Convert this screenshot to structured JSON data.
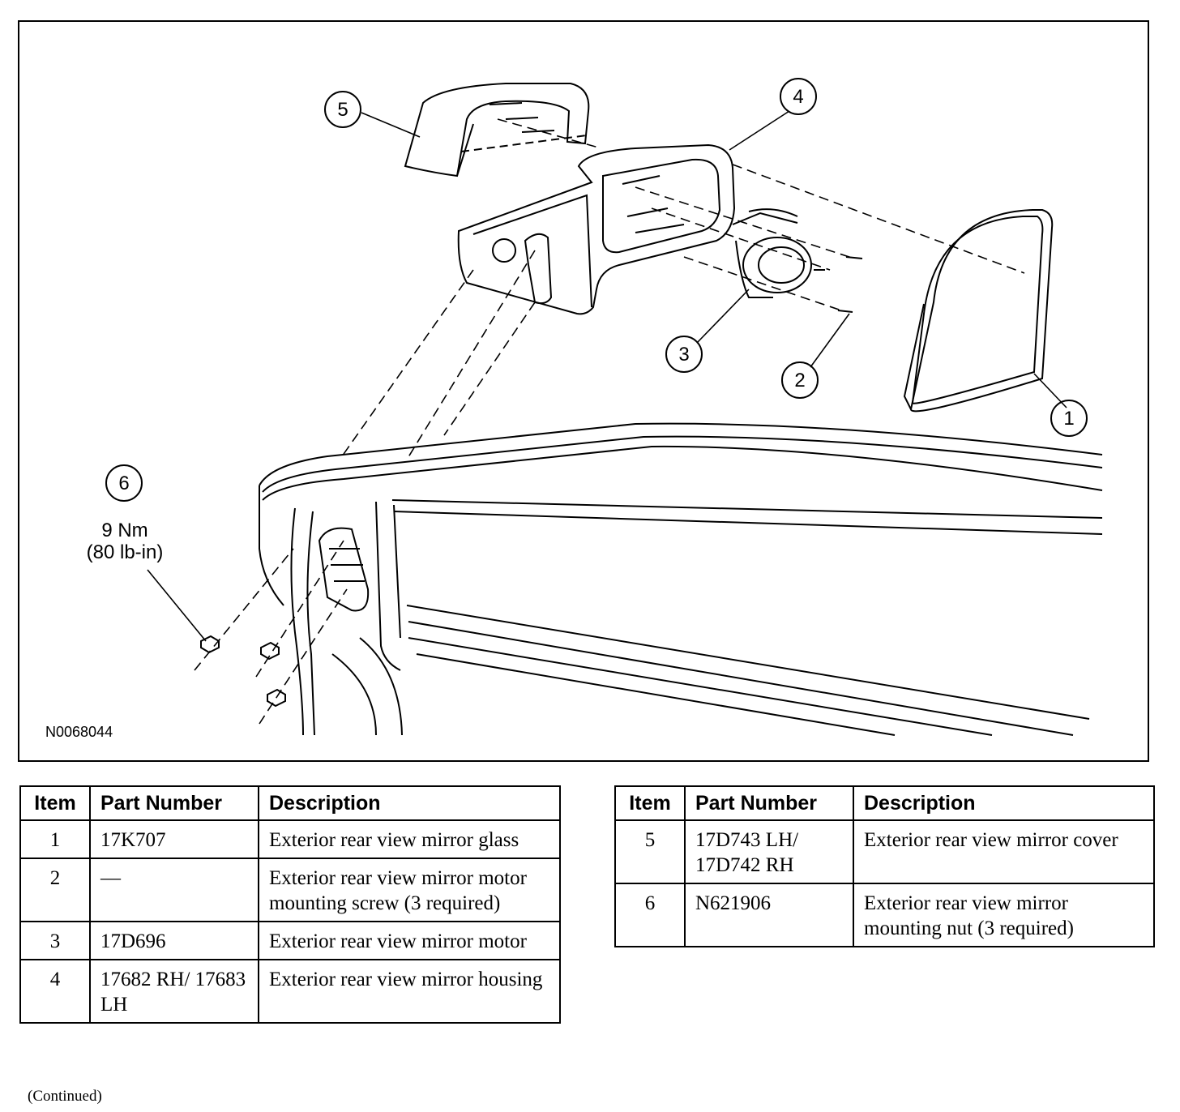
{
  "figure": {
    "id": "N0068044",
    "callouts": [
      "1",
      "2",
      "3",
      "4",
      "5",
      "6"
    ],
    "torque": {
      "nm": "9 Nm",
      "lbin": "(80 lb-in)"
    }
  },
  "table_left": {
    "headers": {
      "item": "Item",
      "part": "Part Number",
      "desc": "Description"
    },
    "rows": [
      {
        "item": "1",
        "part": "17K707",
        "desc": "Exterior rear view mirror glass"
      },
      {
        "item": "2",
        "part": "—",
        "desc": "Exterior rear view mirror motor mounting screw (3 required)"
      },
      {
        "item": "3",
        "part": "17D696",
        "desc": "Exterior rear view mirror motor"
      },
      {
        "item": "4",
        "part": "17682 RH/ 17683 LH",
        "desc": "Exterior rear view mirror housing"
      }
    ]
  },
  "table_right": {
    "headers": {
      "item": "Item",
      "part": "Part Number",
      "desc": "Description"
    },
    "rows": [
      {
        "item": "5",
        "part": "17D743 LH/ 17D742 RH",
        "desc": "Exterior rear view mirror cover"
      },
      {
        "item": "6",
        "part": "N621906",
        "desc": "Exterior rear view mirror mounting nut (3 required)"
      }
    ]
  },
  "footer": {
    "continued": "(Continued)"
  }
}
